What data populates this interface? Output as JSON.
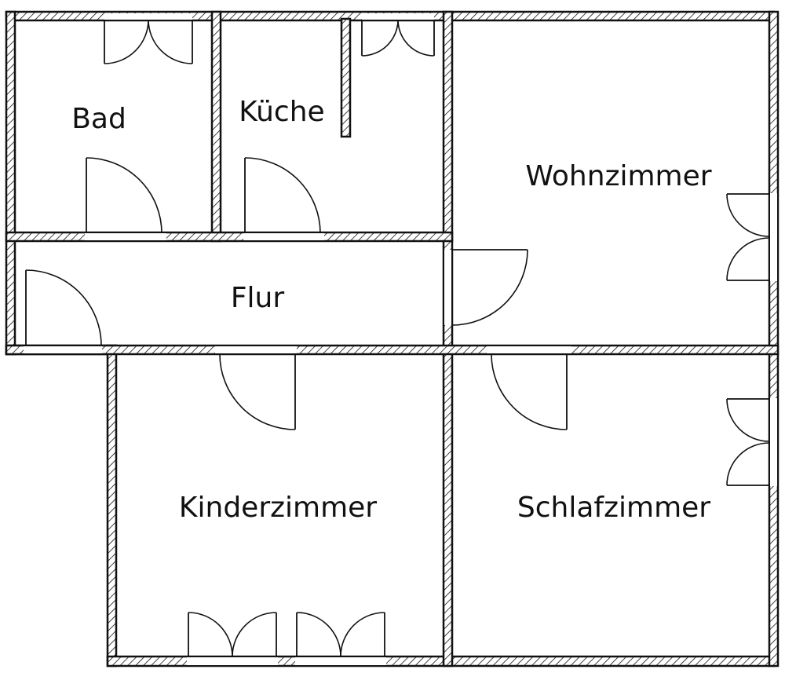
{
  "rooms": {
    "bad": "Bad",
    "kueche": "Küche",
    "wohnzimmer": "Wohnzimmer",
    "flur": "Flur",
    "kinderzimmer": "Kinderzimmer",
    "schlafzimmer": "Schlafzimmer"
  },
  "colors": {
    "line": "#111111",
    "background": "#ffffff"
  }
}
